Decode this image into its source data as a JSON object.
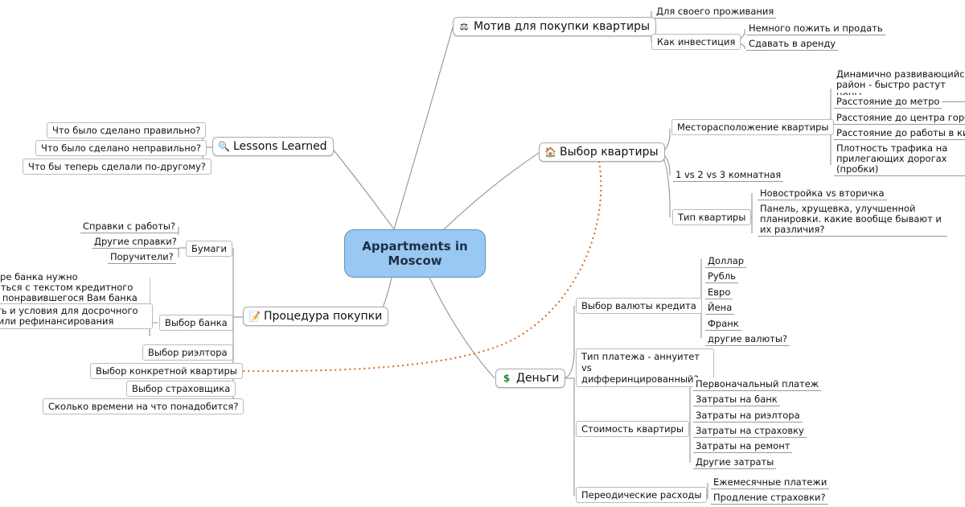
{
  "central": {
    "title_line1": "Appartments in",
    "title_line2": "Moscow"
  },
  "motive": {
    "label": "Мотив для покупки квартиры",
    "items": [
      "Для своего проживания",
      "Как инвестиция"
    ],
    "invest_items": [
      "Немного пожить и продать",
      "Сдавать в аренду"
    ]
  },
  "choice": {
    "label": "Выбор квартиры",
    "location_label": "Месторасположение квартиры",
    "location_items": [
      "Динамично развиваюцийся район - быстро растут цены",
      "Расстояние до метро",
      "Расстояние до центра города",
      "Расстояние до работы в километрах",
      "Плотность трафика на прилегающих дорогах (пробки)"
    ],
    "rooms_label": "1 vs 2 vs 3 комнатная",
    "type_label": "Тип квартиры",
    "type_items": [
      "Новостройка vs вторичка",
      "Панель, хрущевка, улучшенной планировки. какие вообще бывают и их различия?"
    ]
  },
  "money": {
    "label": "Деньги",
    "currency_label": "Выбор валюты кредита",
    "currency_items": [
      "Доллар",
      "Рубль",
      "Евро",
      "Йена",
      "Франк",
      "другие валюты?"
    ],
    "payment_type_label": "Тип платежа - аннуитет vs дифферинцированный?",
    "cost_label": "Стоимость квартиры",
    "cost_items": [
      "Первоначальный платеж",
      "Затраты на банк",
      "Затраты на риэлтора",
      "Затраты на страховку",
      "Затраты на ремонт",
      "Другие затраты"
    ],
    "periodic_label": "Переодические расходы",
    "periodic_items": [
      "Ежемесячные платежи",
      "Продление страховки?"
    ]
  },
  "lessons": {
    "label": "Lessons Learned",
    "items": [
      "Что было сделано правильно?",
      "Что было сделано неправильно?",
      "Что бы теперь сделали по-другому?"
    ]
  },
  "procedure": {
    "label": "Процедура покупки",
    "papers_label": "Бумаги",
    "papers_items": [
      "Справки с работы?",
      "Другие справки?",
      "Поручители?"
    ],
    "bank_label": "Выбор банка",
    "bank_items": [
      "При выборе банка нужно ознакомиться с текстом кредитного договора понравившегося Вам банка",
      "Возможность и условия для досрочного погашения или рефинансирования"
    ],
    "realtor_label": "Выбор риэлтора",
    "apartment_label": "Выбор конкретной квартиры",
    "insurer_label": "Выбор страховщика",
    "time_label": "Сколько времени на что понадобится?"
  },
  "colors": {
    "central_fill": "#99c8f2",
    "link_line": "#e0651c"
  },
  "icons": {
    "motive": "scales-icon",
    "choice": "house-icon",
    "money": "dollar-icon",
    "lessons": "magnifier-icon",
    "procedure": "pencil-notepad-icon"
  }
}
